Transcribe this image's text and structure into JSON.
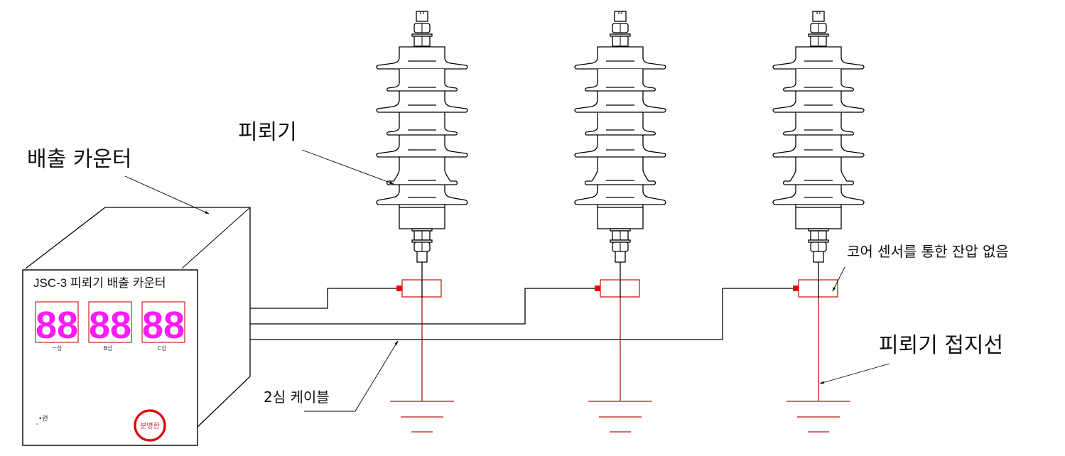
{
  "labels": {
    "discharge_counter": "배출 카운터",
    "arrester": "피뢰기",
    "core_sensor_note": "코어 센서를 통한 잔압 없음",
    "arrester_ground_wire": "피뢰기 접지선",
    "two_core_cable": "2심 케이블"
  },
  "counter_panel": {
    "title": "JSC-3 피뢰기 배출 카운터",
    "displays": [
      {
        "value": "88",
        "phase_label": "ㅡ상"
      },
      {
        "value": "88",
        "phase_label": "B상"
      },
      {
        "value": "88",
        "phase_label": "C상"
      }
    ],
    "power_indicator": "•런",
    "button_label": "분명한"
  },
  "colors": {
    "display_digits": "#ff1aff",
    "display_frame": "#cc2222",
    "sensor": "#d01818",
    "ground_wire": "#b01818",
    "button_ring": "#e00000",
    "line": "#000000"
  },
  "arrester_count": 3
}
